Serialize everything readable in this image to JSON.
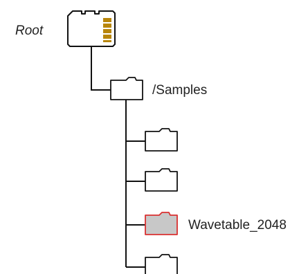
{
  "tree": {
    "root": {
      "label": "Root",
      "icon": "sd-card-icon"
    },
    "samples_folder": {
      "label": "/Samples",
      "icon": "folder-icon"
    },
    "children": [
      {
        "label": "",
        "icon": "folder-icon",
        "highlighted": false
      },
      {
        "label": "",
        "icon": "folder-icon",
        "highlighted": false
      },
      {
        "label": "Wavetable_2048",
        "icon": "folder-icon",
        "highlighted": true
      },
      {
        "label": "",
        "icon": "folder-icon",
        "highlighted": false
      }
    ]
  },
  "colors": {
    "line": "#111111",
    "card_contacts": "#B8860B",
    "highlight_fill": "#C8C8C8",
    "highlight_stroke": "#D93030"
  }
}
